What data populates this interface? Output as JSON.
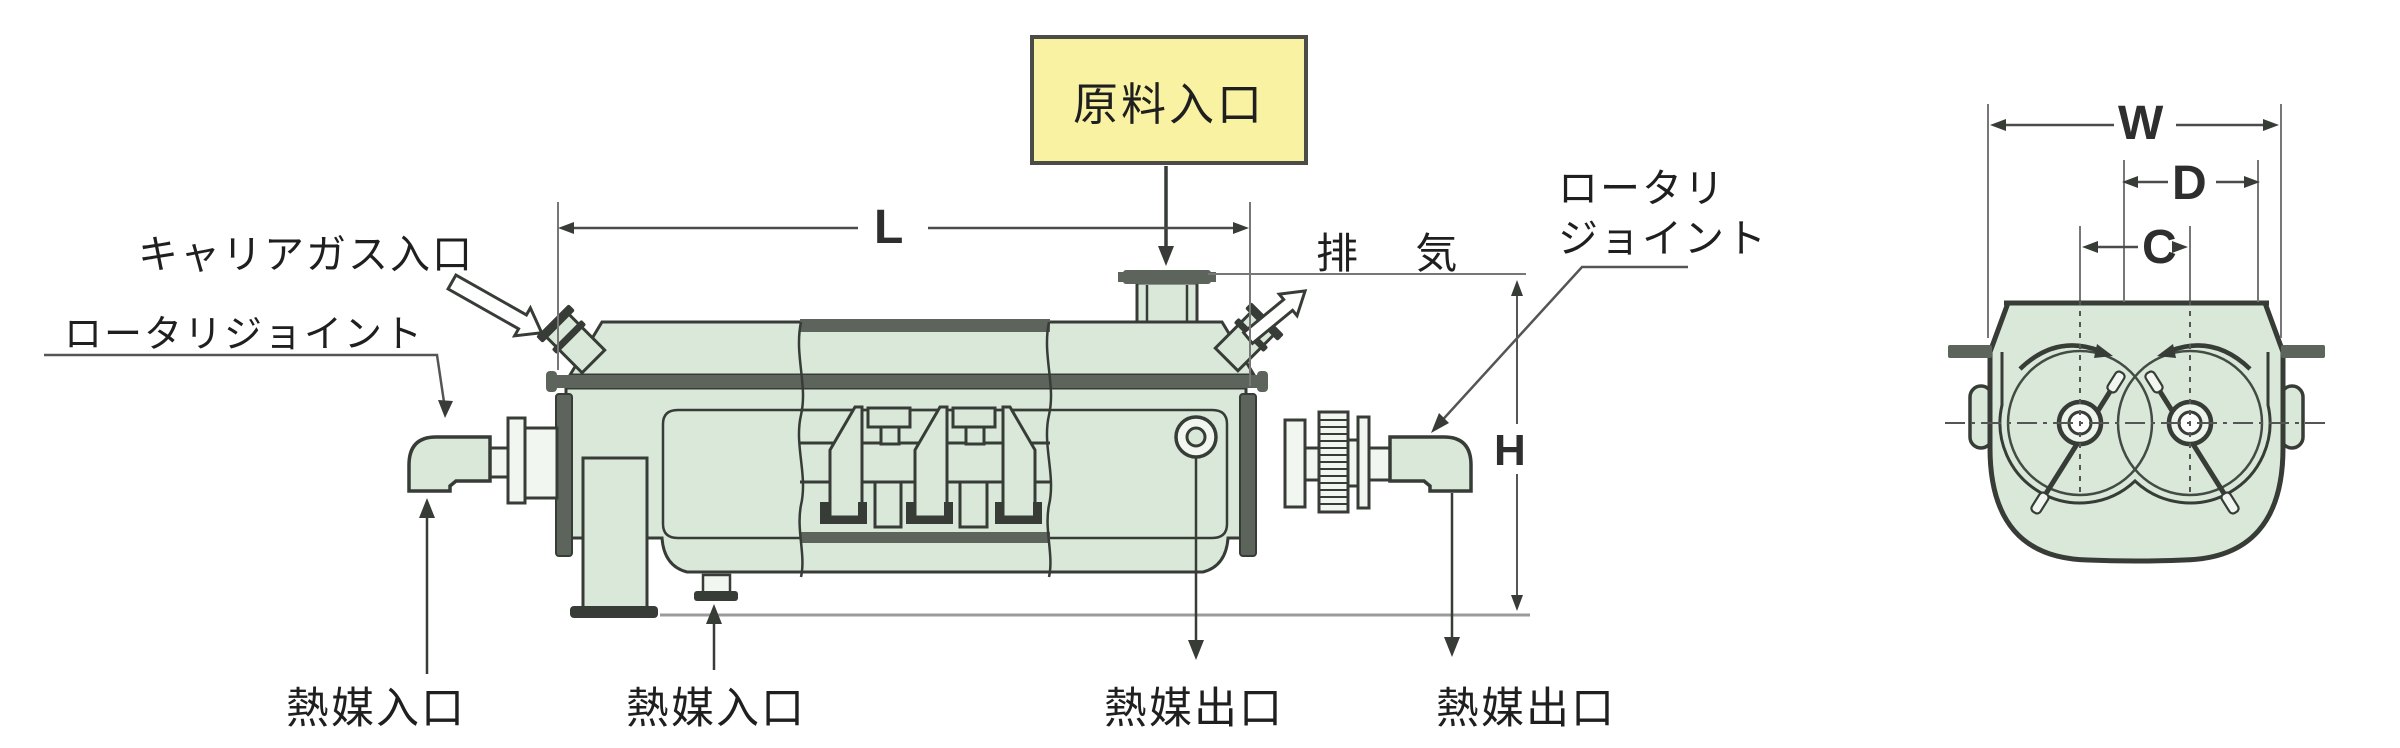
{
  "colors": {
    "body_mint": "#d9e8d9",
    "line_dark": "#373c37",
    "flange_dark": "#5c645c",
    "metal_light": "#f2f6f0",
    "dim_line_gray": "#777777",
    "ground_gray": "#9b9b9b",
    "feed_box_yellow": "#f8f2a2",
    "feed_box_border": "#4b4b47"
  },
  "side_view": {
    "feed_box_label": "原料入口",
    "labels": {
      "carrier_gas_inlet": "キャリアガス入口",
      "rotary_joint_left": "ロータリジョイント",
      "exhaust": "排 気",
      "rotary_joint_right_line1": "ロータリ",
      "rotary_joint_right_line2": "ジョイント",
      "heat_medium_inlet_1": "熱媒入口",
      "heat_medium_inlet_2": "熱媒入口",
      "heat_medium_outlet_1": "熱媒出口",
      "heat_medium_outlet_2": "熱媒出口"
    },
    "dimension_labels": {
      "length": "L",
      "height": "H"
    }
  },
  "cross_section": {
    "dimension_labels": {
      "width": "W",
      "rotor_diameter": "D",
      "shaft_center_distance": "C"
    }
  }
}
